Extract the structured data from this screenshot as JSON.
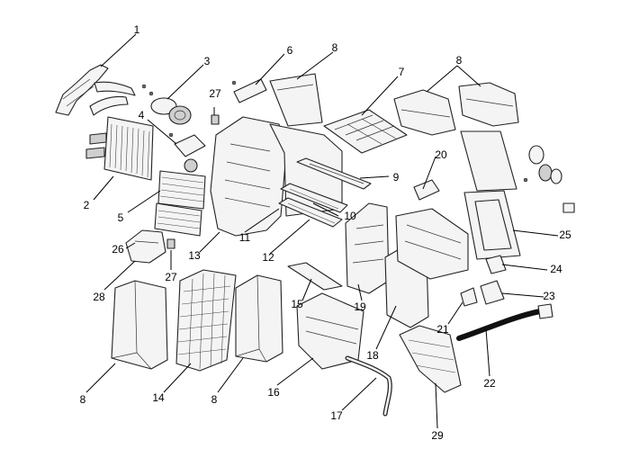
{
  "callouts": [
    {
      "id": "c1",
      "label": "1"
    },
    {
      "id": "c2",
      "label": "2"
    },
    {
      "id": "c3",
      "label": "3"
    },
    {
      "id": "c4",
      "label": "4"
    },
    {
      "id": "c5",
      "label": "5"
    },
    {
      "id": "c6",
      "label": "6"
    },
    {
      "id": "c7",
      "label": "7"
    },
    {
      "id": "c8a",
      "label": "8"
    },
    {
      "id": "c8b",
      "label": "8"
    },
    {
      "id": "c8c",
      "label": "8"
    },
    {
      "id": "c8d",
      "label": "8"
    },
    {
      "id": "c9",
      "label": "9"
    },
    {
      "id": "c10",
      "label": "10"
    },
    {
      "id": "c11",
      "label": "11"
    },
    {
      "id": "c12",
      "label": "12"
    },
    {
      "id": "c13",
      "label": "13"
    },
    {
      "id": "c14",
      "label": "14"
    },
    {
      "id": "c15",
      "label": "15"
    },
    {
      "id": "c16",
      "label": "16"
    },
    {
      "id": "c17",
      "label": "17"
    },
    {
      "id": "c18",
      "label": "18"
    },
    {
      "id": "c19",
      "label": "19"
    },
    {
      "id": "c20",
      "label": "20"
    },
    {
      "id": "c21",
      "label": "21"
    },
    {
      "id": "c22",
      "label": "22"
    },
    {
      "id": "c23",
      "label": "23"
    },
    {
      "id": "c24",
      "label": "24"
    },
    {
      "id": "c25",
      "label": "25"
    },
    {
      "id": "c26",
      "label": "26"
    },
    {
      "id": "c27a",
      "label": "27"
    },
    {
      "id": "c27b",
      "label": "27"
    },
    {
      "id": "c28",
      "label": "28"
    },
    {
      "id": "c29",
      "label": "29"
    }
  ]
}
